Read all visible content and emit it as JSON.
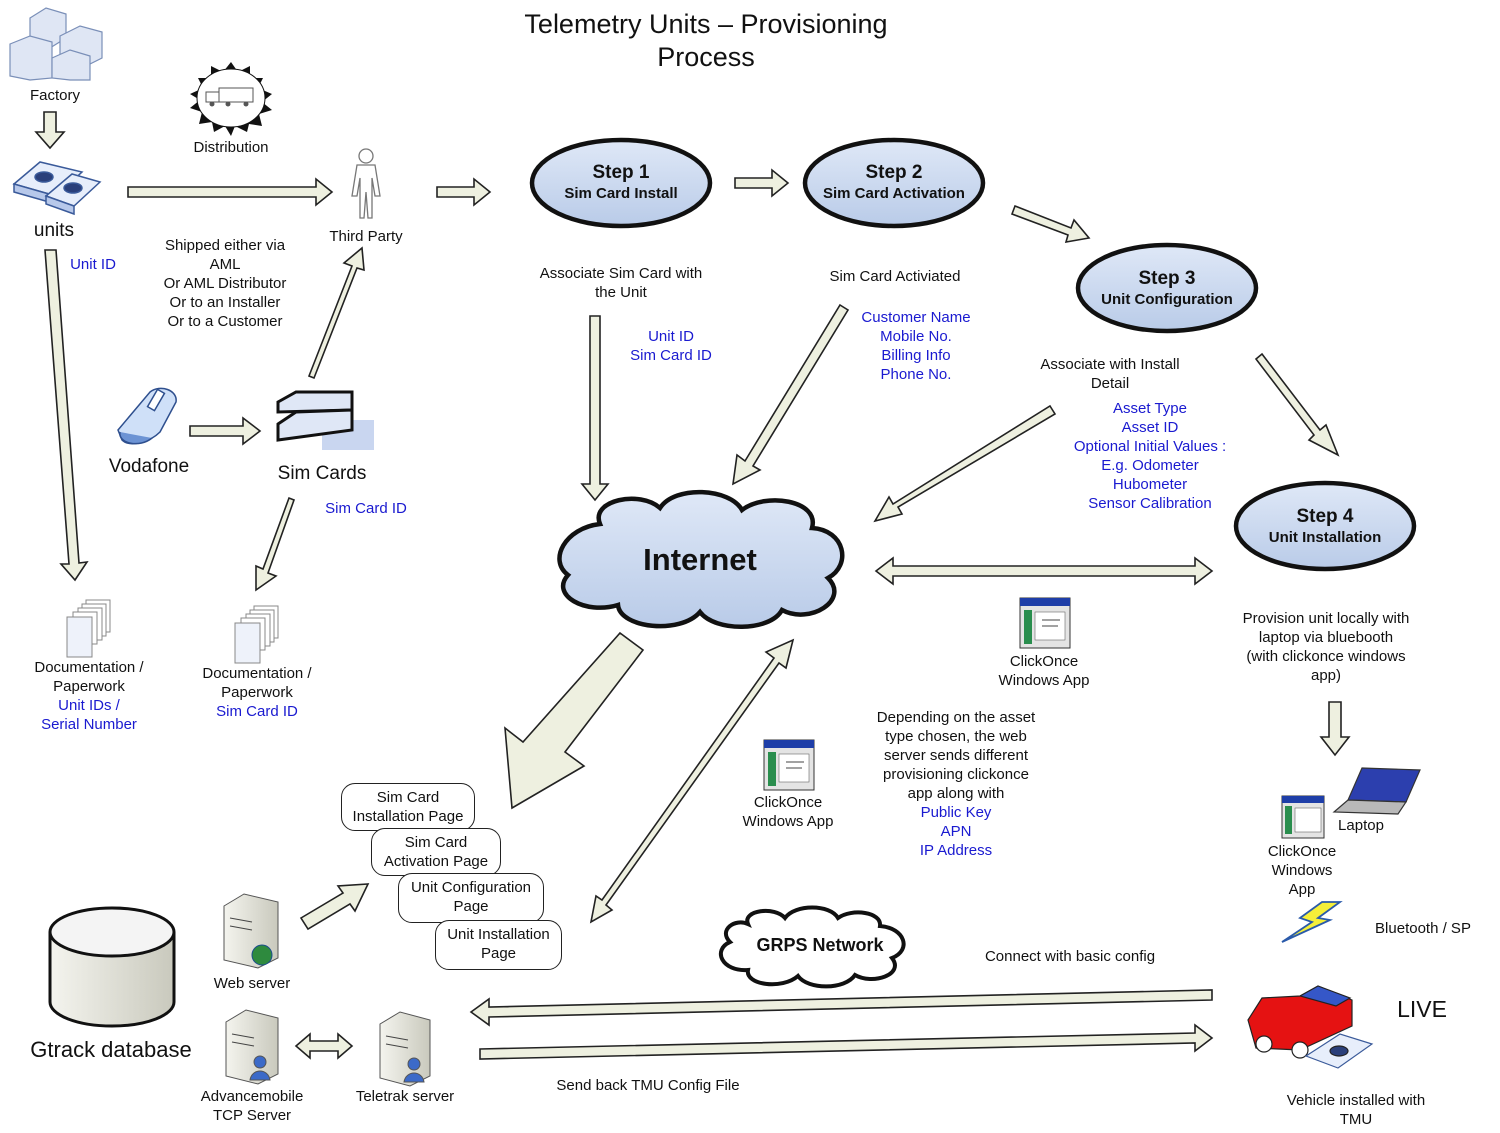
{
  "title": [
    "Telemetry Units – Provisioning",
    "Process"
  ],
  "nodes": {
    "factory": "Factory",
    "distribution": "Distribution",
    "units": "units",
    "unit_id": "Unit ID",
    "third_party": "Third Party",
    "shipping_note": [
      "Shipped either via",
      "AML",
      "Or AML Distributor",
      "Or to an Installer",
      "Or to a Customer"
    ],
    "vodafone": "Vodafone",
    "sim_cards": "Sim Cards",
    "sim_card_id": "Sim Card ID",
    "docs_left": {
      "lines": [
        "Documentation /",
        "Paperwork"
      ],
      "blue": [
        "Unit IDs /",
        "Serial Number"
      ]
    },
    "docs_mid": {
      "lines": [
        "Documentation /",
        "Paperwork"
      ],
      "blue": [
        "Sim Card ID"
      ]
    },
    "internet": "Internet",
    "grps": "GRPS Network",
    "gtrack_db": "Gtrack database",
    "web_server": "Web server",
    "advancemobile": [
      "Advancemobile",
      "TCP Server"
    ],
    "teletrak": "Teletrak server",
    "clickonce_mid": [
      "ClickOnce",
      "Windows App"
    ],
    "clickonce_left": [
      "ClickOnce",
      "Windows App"
    ],
    "clickonce_right": [
      "ClickOnce",
      "Windows",
      "App"
    ],
    "laptop": "Laptop",
    "bluetooth": "Bluetooth / SP",
    "live": "LIVE",
    "vehicle": [
      "Vehicle installed with",
      "TMU"
    ]
  },
  "steps": [
    {
      "title": "Step 1",
      "subtitle": "Sim Card Install"
    },
    {
      "title": "Step 2",
      "subtitle": "Sim Card Activation"
    },
    {
      "title": "Step 3",
      "subtitle": "Unit Configuration"
    },
    {
      "title": "Step 4",
      "subtitle": "Unit Installation"
    }
  ],
  "annotations": {
    "step1_note": [
      "Associate Sim Card with",
      "the Unit"
    ],
    "step1_data": [
      "Unit ID",
      "Sim Card ID"
    ],
    "step2_note": [
      "Sim Card Activiated"
    ],
    "step2_data": [
      "Customer Name",
      "Mobile No.",
      "Billing Info",
      "Phone No."
    ],
    "step3_note": [
      "Associate with Install",
      "Detail"
    ],
    "step3_data": [
      "Asset Type",
      "Asset ID",
      "Optional Initial Values :",
      "E.g. Odometer",
      "Hubometer",
      "Sensor Calibration"
    ],
    "step4_note": [
      "Provision unit locally with",
      "laptop via bluebooth",
      "(with clickonce windows",
      "app)"
    ],
    "web_note": [
      "Depending on the asset",
      "type chosen, the web",
      "server sends different",
      "provisioning clickonce",
      "app along with"
    ],
    "web_data": [
      "Public Key",
      "APN",
      "IP Address"
    ],
    "connect": "Connect with basic config",
    "send_back": "Send back TMU Config File"
  },
  "pages": [
    [
      "Sim Card",
      "Installation Page"
    ],
    [
      "Sim Card",
      "Activation Page"
    ],
    [
      "Unit Configuration",
      "Page"
    ],
    [
      "Unit Installation",
      "Page"
    ]
  ]
}
